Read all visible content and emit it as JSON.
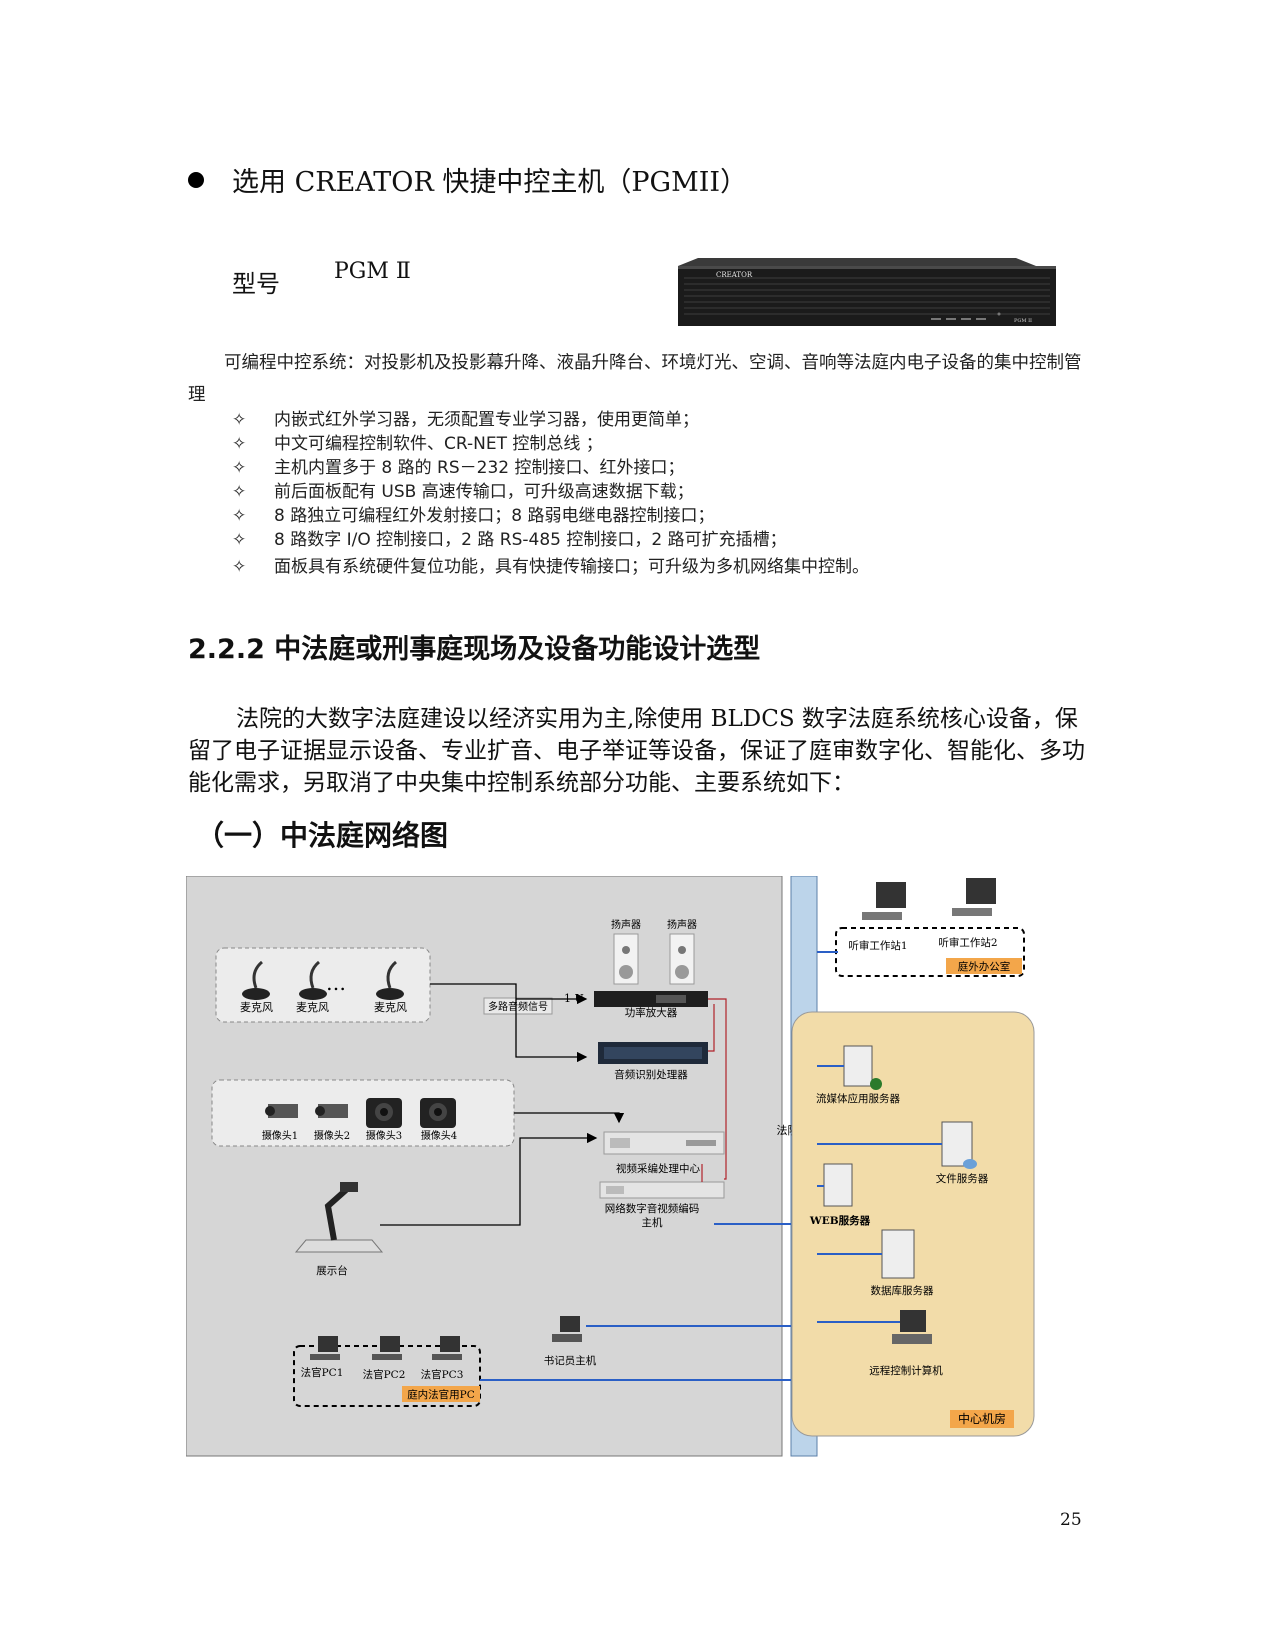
{
  "product_heading": "选用 CREATOR 快捷中控主机（PGMII）",
  "model": {
    "label": "型号",
    "value": "PGM Ⅱ"
  },
  "device_image": {
    "brand": "CREATOR",
    "model_text": "PGM II"
  },
  "intro_paragraph": "可编程中控系统：对投影机及投影幕升降、液晶升降台、环境灯光、空调、音响等法庭内电子设备的集中控制管理",
  "features": [
    "内嵌式红外学习器，无须配置专业学习器，使用更简单；",
    "中文可编程控制软件、CR-NET 控制总线 ；",
    "主机内置多于 8 路的 RS－232 控制接口、红外接口；",
    "前后面板配有 USB 高速传输口，可升级高速数据下载；",
    "8 路独立可编程红外发射接口；8 路弱电继电器控制接口；",
    "8 路数字 I/O 控制接口，2 路 RS-485 控制接口，2 路可扩充插槽；",
    "面板具有系统硬件复位功能，具有快捷传输接口；可升级为多机网络集中控制。"
  ],
  "feature_marker": "✧",
  "section_heading": "2.2.2  中法庭或刑事庭现场及设备功能设计选型",
  "body_paragraph": "法院的大数字法庭建设以经济实用为主,除使用 BLDCS 数字法庭系统核心设备，保留了电子证据显示设备、专业扩音、电子举证等设备，保证了庭审数字化、智能化、多功能化需求，另取消了中央集中控制系统部分功能、主要系统如下：",
  "sub_heading": "（一）中法庭网络图",
  "diagram": {
    "mics": [
      "麦克风",
      "麦克风",
      "麦克风"
    ],
    "mic_ellipsis": "…",
    "speakers": [
      "扬声器",
      "扬声器"
    ],
    "multi_audio_label": "多路音频信号",
    "one_u_label": "1 U",
    "amplifier": "功率放大器",
    "audio_processor": "音频识别处理器",
    "cameras": [
      "摄像头1",
      "摄像头2",
      "摄像头3",
      "摄像头4"
    ],
    "video_center": "视频采编处理中心",
    "encoder_line1": "网络数字音视频编码",
    "encoder_line2": "主机",
    "presenter": "展示台",
    "clerk": "书记员主机",
    "judge_pcs": [
      "法官PC1",
      "法官PC2",
      "法官PC3"
    ],
    "judge_group": "庭内法官用PC",
    "lan": "法院局域网",
    "workstations": [
      "听审工作站1",
      "听审工作站2"
    ],
    "office": "庭外办公室",
    "servers": {
      "streaming": "流媒体应用服务器",
      "file": "文件服务器",
      "web": "WEB服务器",
      "database": "数据库服务器",
      "remote": "远程控制计算机"
    },
    "center": "中心机房",
    "colors": {
      "panel": "#d6d6d6",
      "lan_bar": "#bcd4ea",
      "lan_line": "#2a5fc6",
      "room": "#f2dca9",
      "label_bg": "#f3a64a",
      "red": "#b0222a"
    }
  },
  "page_number": "25"
}
